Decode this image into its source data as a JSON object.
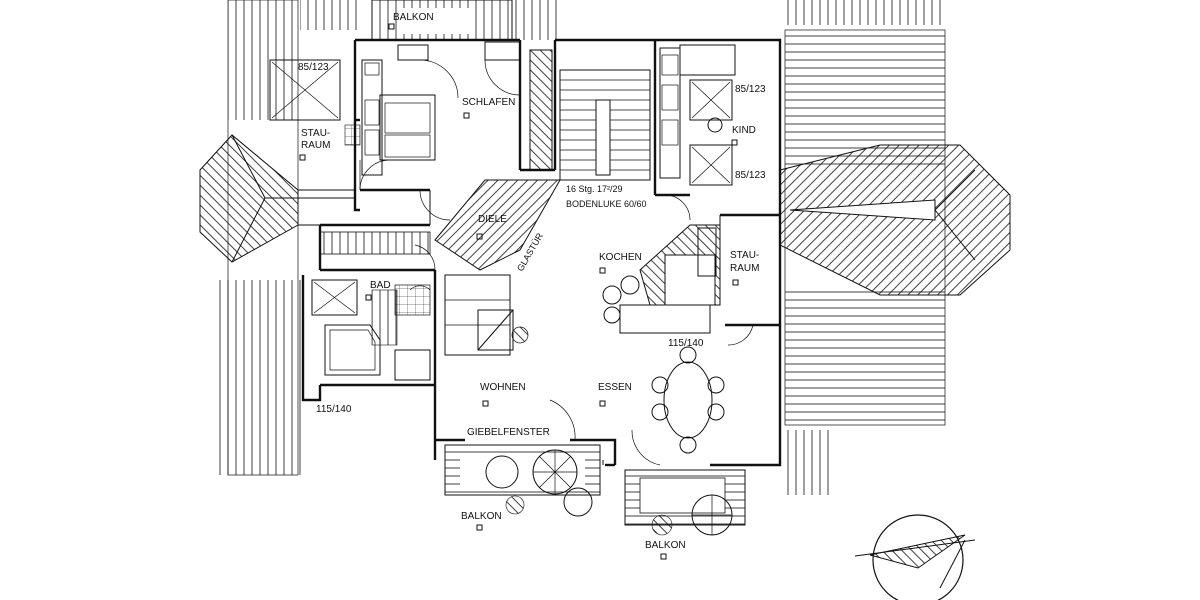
{
  "rooms": {
    "schlafen": "SCHLAFEN",
    "stauraum_left_1": "STAU-",
    "stauraum_left_2": "RAUM",
    "stauraum_right_1": "STAU-",
    "stauraum_right_2": "RAUM",
    "kind": "KIND",
    "diele": "DIELE",
    "kochen": "KOCHEN",
    "bad": "BAD",
    "wohnen": "WOHNEN",
    "essen": "ESSEN",
    "balkon_top": "BALKON",
    "balkon_bottom_left": "BALKON",
    "balkon_bottom_right": "BALKON"
  },
  "annotations": {
    "window_top_left": "85/123",
    "window_kind_1": "85/123",
    "window_kind_2": "85/123",
    "window_bad": "115/140",
    "window_kochen": "115/140",
    "stairs": "16 Stg. 17²/29",
    "bodenluke": "BODENLUKE 60/60",
    "glastuer": "GLASTÜR",
    "giebelfenster": "GIEBELFENSTER"
  },
  "colors": {
    "line": "#111111",
    "background": "#ffffff"
  },
  "icons": {
    "north_arrow": "north-arrow-icon"
  }
}
